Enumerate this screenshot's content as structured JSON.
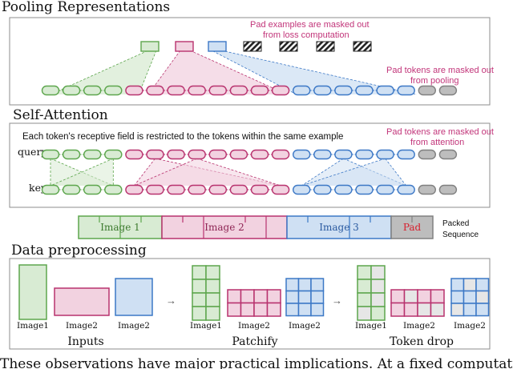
{
  "sections": {
    "pooling": {
      "title": "Pooling Representations",
      "note_pad_examples": [
        "Pad examples are masked out",
        "from loss computation"
      ],
      "note_pad_tokens": [
        "Pad tokens are masked out",
        "from pooling"
      ]
    },
    "attention": {
      "title": "Self-Attention",
      "caption": "Each token's receptive field is restricted to the tokens within the same example",
      "query_label": "query",
      "key_label": "key",
      "note_pad_tokens": [
        "Pad tokens are masked out",
        "from attention"
      ]
    },
    "packed": {
      "segments": [
        "Image 1",
        "Image 2",
        "Image 3",
        "Pad"
      ],
      "legend": [
        "Packed",
        "Sequence"
      ]
    },
    "preprocessing": {
      "title": "Data preprocessing",
      "stages": [
        "Inputs",
        "Patchify",
        "Token drop"
      ],
      "image_labels": [
        "Image1",
        "Image2",
        "Image2"
      ],
      "arrow": "→"
    }
  },
  "footer_text": "These observations have major practical implications. At a fixed computation",
  "colors": {
    "green": "#5da64d",
    "green_fill": "#d8ebd3",
    "pink": "#b8326e",
    "pink_fill": "#f2d2e0",
    "blue": "#3c78c6",
    "blue_fill": "#cfe0f3",
    "pad": "#808080",
    "pad_fill": "#bdbdbd",
    "note": "#c2357a"
  }
}
